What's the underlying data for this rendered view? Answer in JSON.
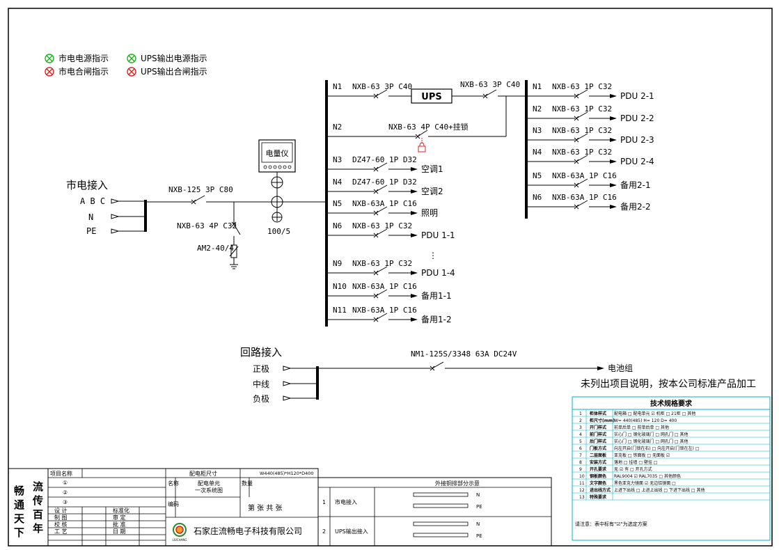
{
  "legend": [
    {
      "label": "市电电源指示",
      "color": "#1db31d"
    },
    {
      "label": "UPS输出电源指示",
      "color": "#1db31d"
    },
    {
      "label": "市电合闸指示",
      "color": "#e02020"
    },
    {
      "label": "UPS输出合闸指示",
      "color": "#e02020"
    }
  ],
  "mains": {
    "title": "市电接入",
    "abc": "A B C",
    "n": "N",
    "pe": "PE",
    "main_breaker": "NXB-125 3P C80",
    "spd_breaker": "NXB-63 4P C32",
    "spd": "AM2-40/4",
    "meter": "电量仪",
    "ct": "100/5"
  },
  "bus1": [
    {
      "id": "N1",
      "breaker": "NXB-63 3P C40",
      "label": ""
    },
    {
      "id": "N2",
      "breaker": "NXB-63 4P C40+挂锁",
      "label": ""
    },
    {
      "id": "N3",
      "breaker": "DZ47-60 1P D32",
      "label": "空调1"
    },
    {
      "id": "N4",
      "breaker": "DZ47-60 1P D32",
      "label": "空调2"
    },
    {
      "id": "N5",
      "breaker": "NXB-63A 1P C16",
      "label": "照明"
    },
    {
      "id": "N6",
      "breaker": "NXB-63 1P C32",
      "label": "PDU 1-1"
    },
    {
      "id": "N9",
      "breaker": "NXB-63 1P C32",
      "label": "PDU 1-4"
    },
    {
      "id": "N10",
      "breaker": "NXB-63A 1P C16",
      "label": "备用1-1"
    },
    {
      "id": "N11",
      "breaker": "NXB-63A 1P C16",
      "label": "备用1-2"
    }
  ],
  "ups": {
    "label": "UPS",
    "out_breaker": "NXB-63 3P C40"
  },
  "bus2": [
    {
      "id": "N1",
      "breaker": "NXB-63 1P C32",
      "label": "PDU 2-1"
    },
    {
      "id": "N2",
      "breaker": "NXB-63 1P C32",
      "label": "PDU 2-2"
    },
    {
      "id": "N3",
      "breaker": "NXB-63 1P C32",
      "label": "PDU 2-3"
    },
    {
      "id": "N4",
      "breaker": "NXB-63 1P C32",
      "label": "PDU 2-4"
    },
    {
      "id": "N5",
      "breaker": "NXB-63A 1P C16",
      "label": "备用2-1"
    },
    {
      "id": "N6",
      "breaker": "NXB-63A 1P C16",
      "label": "备用2-2"
    }
  ],
  "dc": {
    "title": "回路接入",
    "pos": "正极",
    "mid": "中线",
    "neg": "负极",
    "breaker": "NM1-125S/3348 63A DC24V",
    "load": "电池组"
  },
  "note": "未列出项目说明，按本公司标准产品加工",
  "spec": {
    "title": "技术规格要求",
    "rows": [
      {
        "n": "1",
        "k": "柜体样式",
        "v": "配电箱 □ 配电单元 ☑ 机柜 □ 21柜 □ 其他"
      },
      {
        "n": "2",
        "k": "柜尺寸(mm)",
        "v": "W= 440(485) H= 120 D= 400"
      },
      {
        "n": "3",
        "k": "开门样式",
        "v": "前单后单 □ 前单后单 □ 其他"
      },
      {
        "n": "4",
        "k": "前门样式",
        "v": "实心门 □ 钢化玻璃门 □ 网孔门 □ 其他"
      },
      {
        "n": "5",
        "k": "后门样式",
        "v": "实心门 □ 钢化玻璃门 □ 网孔门 □ 其他"
      },
      {
        "n": "6",
        "k": "门板方式",
        "v": "向左开启(门锁在右) □ 向左开启(门锁在左) □"
      },
      {
        "n": "7",
        "k": "二层面板",
        "v": "亚克板 □ 铁面板 □ 无面板 ☑"
      },
      {
        "n": "8",
        "k": "安装方式",
        "v": "落地 □ 挂墙 □ 壁挂 □"
      },
      {
        "n": "9",
        "k": "开孔要求",
        "v": "无 ☑ 有 □ 开孔方式"
      },
      {
        "n": "10",
        "k": "钢板颜色",
        "v": "RAL9004 ☑ RAL7035 □ 其他颜色"
      },
      {
        "n": "11",
        "k": "文字颜色",
        "v": "黑色亚克力镜面 ☑ 无边铝镜面 □"
      },
      {
        "n": "12",
        "k": "进出线方式",
        "v": "上进下出线 □ 上进上出线 □ 下进下出线 □ 其他"
      },
      {
        "n": "13",
        "k": "特殊要求",
        "v": ""
      }
    ],
    "footnote": "请注意：表中标有\"☑\"为选定方案"
  },
  "titleblock": {
    "project_label": "项目名称",
    "circled": [
      "①",
      "②",
      "③"
    ],
    "roles": [
      "设 计",
      "制 图",
      "校 核",
      "工 艺"
    ],
    "roles2": [
      "标准化",
      "审 定",
      "批 准",
      "日 期"
    ],
    "size_label": "配电柜尺寸",
    "size_value": "W440(485)*H120*D400",
    "name_label": "名称",
    "name_value1": "配电单元",
    "name_value2": "一次系统图",
    "qty_label": "数量",
    "code_label": "编码",
    "page": "第   张 共   张",
    "company": "石家庄流畅电子科技有限公司",
    "logo_text": "LIUCHANG",
    "motto": [
      "流",
      "传",
      "百",
      "年",
      "畅",
      "通",
      "天",
      "下"
    ],
    "copper_title": "外接铜排部分示意",
    "copper_rows": [
      {
        "n": "1",
        "label": "市电接入",
        "a": "N",
        "b": "PE"
      },
      {
        "n": "2",
        "label": "UPS输出接入",
        "a": "N",
        "b": "PE"
      }
    ]
  }
}
